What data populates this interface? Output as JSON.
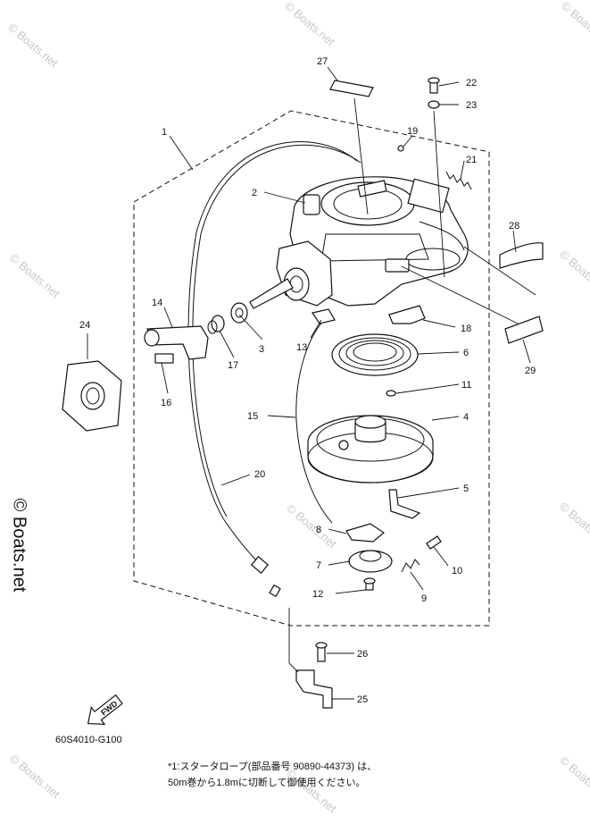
{
  "watermark": "© Boats.net",
  "brand": "© Boats.net",
  "diagram_code": "60S4010-G100",
  "fwd_label": "FWD",
  "note": {
    "line1": "*1:スタータロープ(部品番号 90890-44373) は、",
    "line2": "50m巻から1.8mに切断して御使用ください。"
  },
  "callouts": [
    "1",
    "2",
    "3",
    "4",
    "5",
    "6",
    "7",
    "8",
    "9",
    "10",
    "11",
    "12",
    "13",
    "14",
    "15",
    "16",
    "17",
    "18",
    "19",
    "20",
    "21",
    "22",
    "23",
    "24",
    "25",
    "26",
    "27",
    "28",
    "29"
  ]
}
